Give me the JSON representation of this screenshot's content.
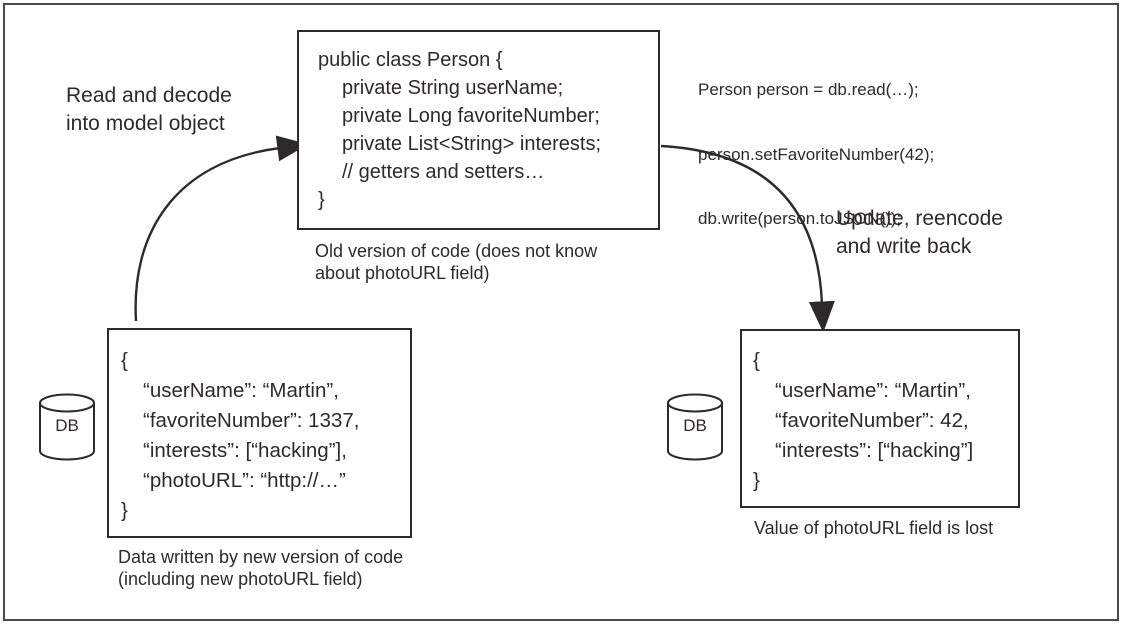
{
  "labels": {
    "read_decode": "Read and decode\ninto model object",
    "update_writeback": "Update, reencode\nand write back"
  },
  "class_box": {
    "lines": [
      "public class Person {",
      "private String userName;",
      "private Long favoriteNumber;",
      "private List<String> interests;",
      "// getters and setters…",
      "}"
    ],
    "caption": "Old version of code (does not know\nabout photoURL field)"
  },
  "update_code": {
    "lines": [
      "Person person = db.read(…);",
      "person.setFavoriteNumber(42);",
      "db.write(person.toJSON());"
    ]
  },
  "json_before": {
    "lines": [
      "{",
      "“userName”: “Martin”,",
      "“favoriteNumber”: 1337,",
      "“interests”: [“hacking”],",
      "“photoURL”: “http://…”",
      "}"
    ],
    "caption": "Data written by new version of code\n(including new photoURL field)"
  },
  "json_after": {
    "lines": [
      "{",
      "“userName”: “Martin”,",
      "“favoriteNumber”: 42,",
      "“interests”: [“hacking”]",
      "}"
    ],
    "caption": "Value of photoURL field is lost"
  },
  "db_left": {
    "label": "DB"
  },
  "db_right": {
    "label": "DB"
  },
  "colors": {
    "ink": "#2e2a2b"
  }
}
